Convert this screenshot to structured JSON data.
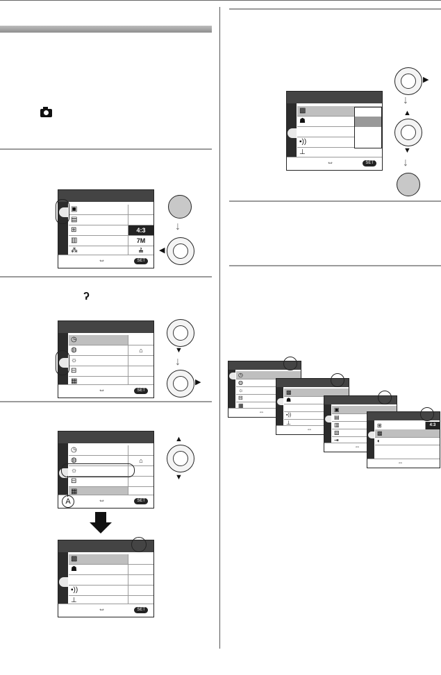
{
  "icons": {
    "camera": "camera-icon",
    "setup": "wrench-icon",
    "clock": "clock-icon",
    "world_time": "world-time-icon",
    "brightness": "monitor-brightness-icon",
    "guide_line": "guide-line-icon",
    "travel_date": "suitcase-icon",
    "scene": "scene-icon",
    "beep": "beep-icon",
    "sharpness": "sharpness-icon",
    "dpad": "cursor-button-icon",
    "menu_set": "menu-set-button-icon"
  },
  "screen1": {
    "val_aspect": "4:3",
    "val_size": "7M",
    "val_quality": "≟",
    "set_label": "SET"
  },
  "screen2": {
    "set_label": "SET"
  },
  "screen3": {
    "set_label": "SET"
  },
  "screen4": {
    "set_label": "SET"
  },
  "screen5": {
    "set_label": "SET"
  },
  "stack_last": {
    "val": "4:3"
  },
  "callout": {
    "label": "A"
  }
}
